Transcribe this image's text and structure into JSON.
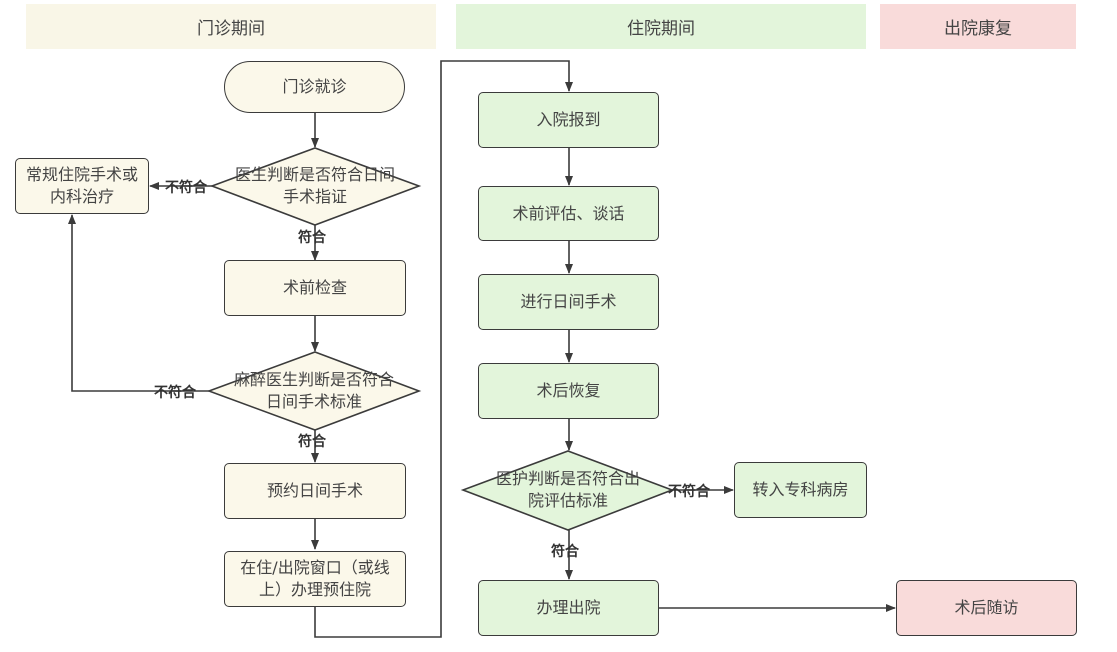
{
  "lanes": {
    "outpatient": "门诊期间",
    "inpatient": "住院期间",
    "discharge": "出院康复"
  },
  "nodes": {
    "start": "门诊就诊",
    "decision_indication": "医生判断是否符合日间手术指证",
    "regular_treatment": "常规住院手术或内科治疗",
    "preop_exam": "术前检查",
    "decision_anesthesia": "麻醉医生判断是否符合日间手术标准",
    "book_surgery": "预约日间手术",
    "pre_admission": "在住/出院窗口（或线上）办理预住院",
    "admission": "入院报到",
    "preop_assessment": "术前评估、谈话",
    "surgery": "进行日间手术",
    "recovery": "术后恢复",
    "decision_discharge": "医护判断是否符合出院评估标准",
    "transfer_ward": "转入专科病房",
    "discharge": "办理出院",
    "followup": "术后随访"
  },
  "edge_labels": {
    "pass": "符合",
    "fail": "不符合"
  },
  "colors": {
    "outpatient_fill": "#fbf8ea",
    "inpatient_fill": "#e3f5db",
    "discharge_fill": "#f9dbda",
    "stroke": "#3b3b3b"
  }
}
